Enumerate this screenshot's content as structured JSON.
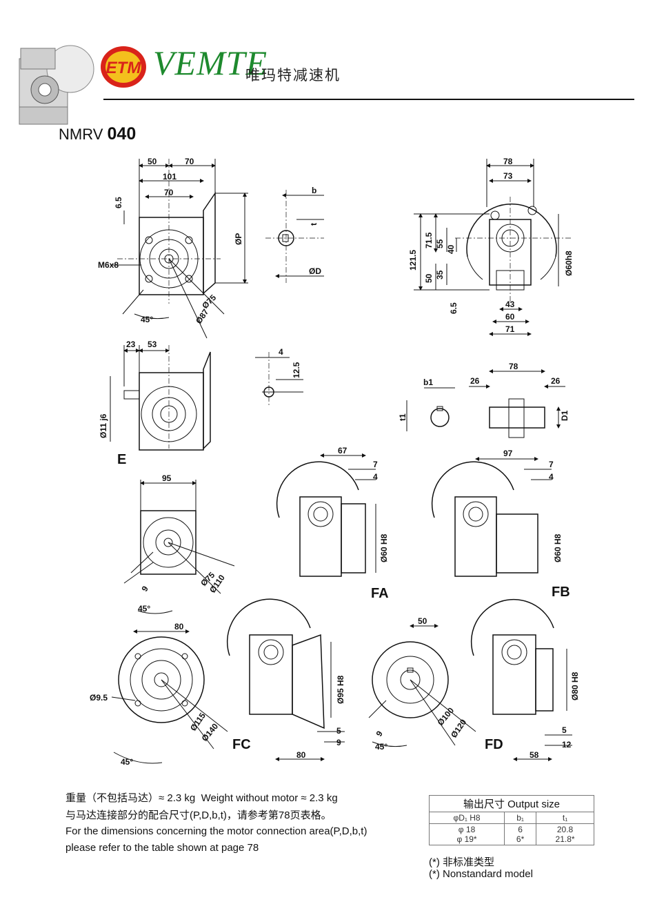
{
  "header": {
    "brand": "VEMTE",
    "brand_cn": "唯玛特减速机",
    "logo_text": "ETM",
    "model_prefix": "NMRV",
    "model_number": "040"
  },
  "drawings": {
    "main_front": {
      "dims": [
        "50",
        "70",
        "101",
        "70",
        "6.5",
        "M6x8",
        "ØP",
        "Ø75",
        "Ø87",
        "45°"
      ]
    },
    "key_section": {
      "dims": [
        "b",
        "t",
        "ØD"
      ]
    },
    "side_view": {
      "dims": [
        "78",
        "73",
        "121.5",
        "71.5",
        "55",
        "40",
        "35",
        "50",
        "6.5",
        "43",
        "60",
        "71",
        "Ø60h8"
      ]
    },
    "input_shaft_E": {
      "label": "E",
      "dims": [
        "23",
        "53",
        "Ø11 j6"
      ]
    },
    "key_e": {
      "dims": [
        "4",
        "12.5"
      ]
    },
    "hollow_shaft": {
      "dims": [
        "b1",
        "t1",
        "26",
        "78",
        "26",
        "D1"
      ]
    },
    "flange_FA": {
      "label": "FA",
      "dims": [
        "67",
        "7",
        "4",
        "Ø60 H8"
      ]
    },
    "flange_FB": {
      "label": "FB",
      "dims": [
        "97",
        "7",
        "4",
        "Ø60 H8"
      ]
    },
    "flange_square": {
      "dims": [
        "95",
        "9",
        "45°",
        "Ø75",
        "Ø110"
      ]
    },
    "flange_FC": {
      "label": "FC",
      "dims": [
        "80",
        "Ø9.5",
        "Ø115",
        "Ø140",
        "45°",
        "Ø95 H8",
        "80",
        "5",
        "9"
      ]
    },
    "flange_FD": {
      "label": "FD",
      "dims": [
        "50",
        "9",
        "45°",
        "Ø100",
        "Ø120",
        "Ø80 H8",
        "5",
        "12",
        "58"
      ]
    }
  },
  "notes": {
    "weight_cn": "重量（不包括马达）≈ 2.3 kg",
    "weight_en": "Weight without motor  ≈ 2.3 kg",
    "ref_cn": "与马达连接部分的配合尺寸(P,D,b,t)，请参考第78页表格。",
    "ref_en_1": "For the dimensions concerning the motor connection area(P,D,b,t)",
    "ref_en_2": "please refer to the table shown at page 78"
  },
  "output_table": {
    "title": "输出尺寸  Output size",
    "headers": [
      "φD₁ H8",
      "b₁",
      "t₁"
    ],
    "col1": [
      "φ 18",
      "φ 19*"
    ],
    "col2": [
      "6",
      "6*"
    ],
    "col3": [
      "20.8",
      "21.8*"
    ]
  },
  "footnote": {
    "cn": "(*) 非标准类型",
    "en": "(*) Nonstandard model"
  }
}
